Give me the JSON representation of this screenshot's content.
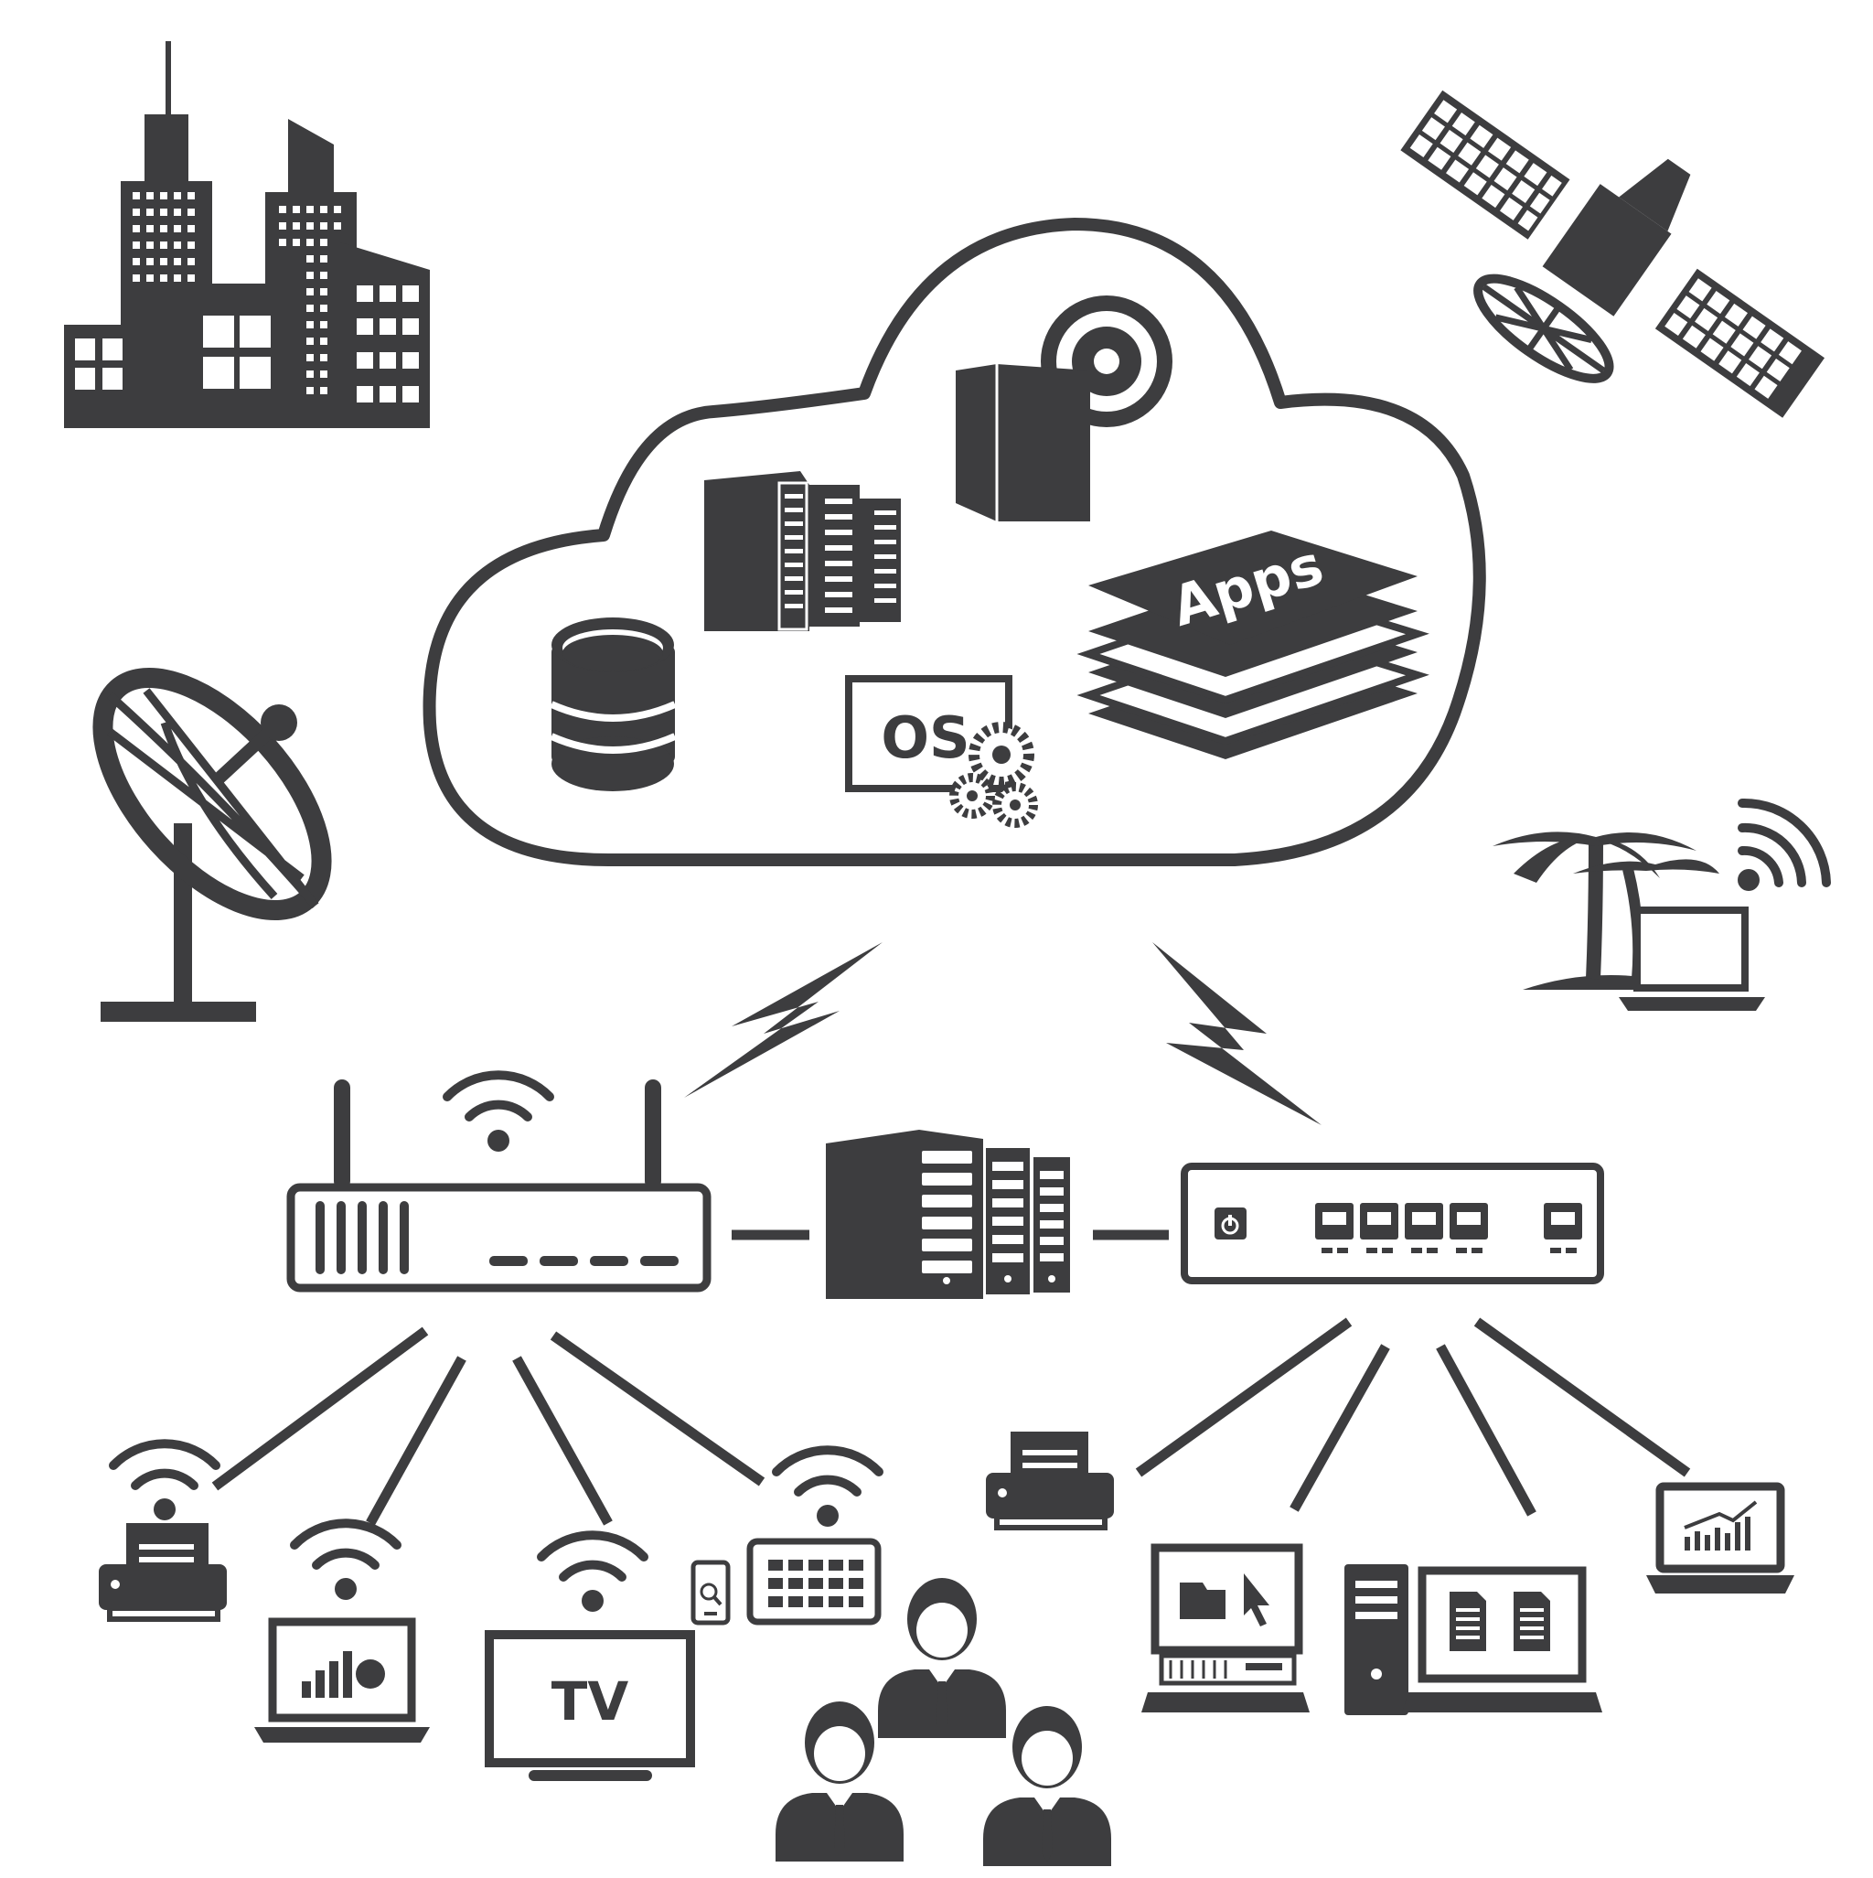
{
  "colors": {
    "ink": "#3d3d3f",
    "background": "#ffffff"
  },
  "labels": {
    "os": "OS",
    "apps": "Apps",
    "tv": "TV"
  },
  "icons": [
    "city-buildings-icon",
    "satellite-icon",
    "satellite-dish-icon",
    "cloud-icon",
    "database-icon",
    "server-rack-icon",
    "storage-box-icon",
    "os-settings-icon",
    "apps-stack-icon",
    "island-laptop-wifi-icon",
    "lightning-icon",
    "wifi-router-icon",
    "network-switch-icon",
    "printer-icon",
    "laptop-icon",
    "tv-icon",
    "smartphone-icon",
    "tablet-icon",
    "person-icon",
    "desktop-computer-icon"
  ]
}
